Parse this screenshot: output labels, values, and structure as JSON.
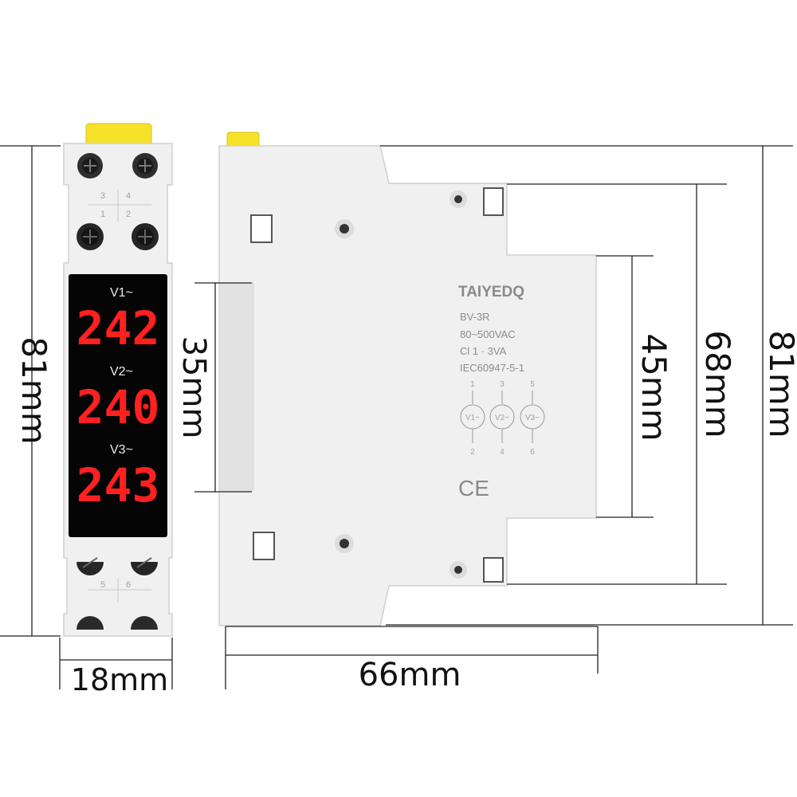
{
  "dimensions": {
    "height_left": "81mm",
    "width_front": "18mm",
    "display_window": "35mm",
    "width_side": "66mm",
    "inner_height": "45mm",
    "mid_height": "68mm",
    "height_right": "81mm"
  },
  "front": {
    "terminal_labels_top": [
      "3",
      "4",
      "1",
      "2"
    ],
    "terminal_labels_bottom": [
      "5",
      "6"
    ],
    "display": [
      {
        "label": "V1~",
        "value": "242"
      },
      {
        "label": "V2~",
        "value": "240"
      },
      {
        "label": "V3~",
        "value": "243"
      }
    ]
  },
  "side": {
    "brand": "TAIYEDQ",
    "model": "BV-3R",
    "voltage_range": "80~500VAC",
    "class_power": "Cl 1 · 3VA",
    "standard": "IEC60947-5-1",
    "schematic": [
      {
        "top": "1",
        "name": "V1~",
        "bottom": "2"
      },
      {
        "top": "3",
        "name": "V2~",
        "bottom": "4"
      },
      {
        "top": "5",
        "name": "V3~",
        "bottom": "6"
      }
    ],
    "ce_mark": "CE"
  },
  "colors": {
    "housing": "#f0f0f0",
    "housing_edge": "#cfcfcf",
    "display_bg": "#050505",
    "segment": "#ff2020",
    "clip": "#f7e22a"
  }
}
